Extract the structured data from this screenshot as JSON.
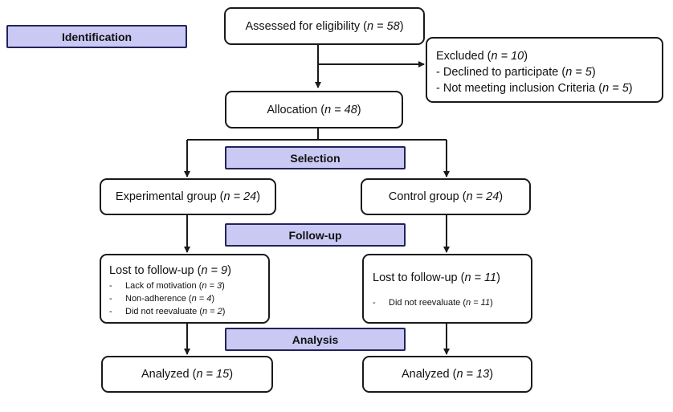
{
  "stages": {
    "identification": "Identification",
    "selection": "Selection",
    "follow_up": "Follow-up",
    "analysis": "Analysis"
  },
  "assessed": {
    "label": "Assessed for eligibility (",
    "n": "n = 58",
    "close": ")"
  },
  "excluded": {
    "title": {
      "label": "Excluded (",
      "n": "n = 10",
      "close": ")"
    },
    "items": [
      {
        "label": "- Declined to participate (",
        "n": "n = 5",
        "close": ")"
      },
      {
        "label": "- Not meeting inclusion Criteria (",
        "n": "n = 5",
        "close": ")"
      }
    ]
  },
  "allocation": {
    "label": "Allocation (",
    "n": "n = 48",
    "close": ")"
  },
  "experimental": {
    "label": "Experimental group (",
    "n": "n = 24",
    "close": ")"
  },
  "control": {
    "label": "Control group (",
    "n": "n = 24",
    "close": ")"
  },
  "lost_experimental": {
    "title": {
      "label": "Lost to follow-up (",
      "n": "n = 9",
      "close": ")"
    },
    "items": [
      {
        "dash": "-",
        "label": "Lack of motivation (",
        "n": "n = 3",
        "close": ")"
      },
      {
        "dash": "-",
        "label": "Non-adherence (",
        "n": "n = 4",
        "close": ")"
      },
      {
        "dash": "-",
        "label": "Did not reevaluate (",
        "n": "n = 2",
        "close": ")"
      }
    ]
  },
  "lost_control": {
    "title": {
      "label": "Lost to follow-up (",
      "n": "n = 11",
      "close": ")"
    },
    "items": [
      {
        "dash": "-",
        "label": "Did not reevaluate (",
        "n": "n = 11",
        "close": ")"
      }
    ]
  },
  "analyzed_experimental": {
    "label": "Analyzed (",
    "n": "n = 15",
    "close": ")"
  },
  "analyzed_control": {
    "label": "Analyzed (",
    "n": "n = 13",
    "close": ")"
  },
  "colors": {
    "stage_fill": "#c9c9f4",
    "stage_border": "#23235a",
    "box_border": "#1a1a1a"
  }
}
